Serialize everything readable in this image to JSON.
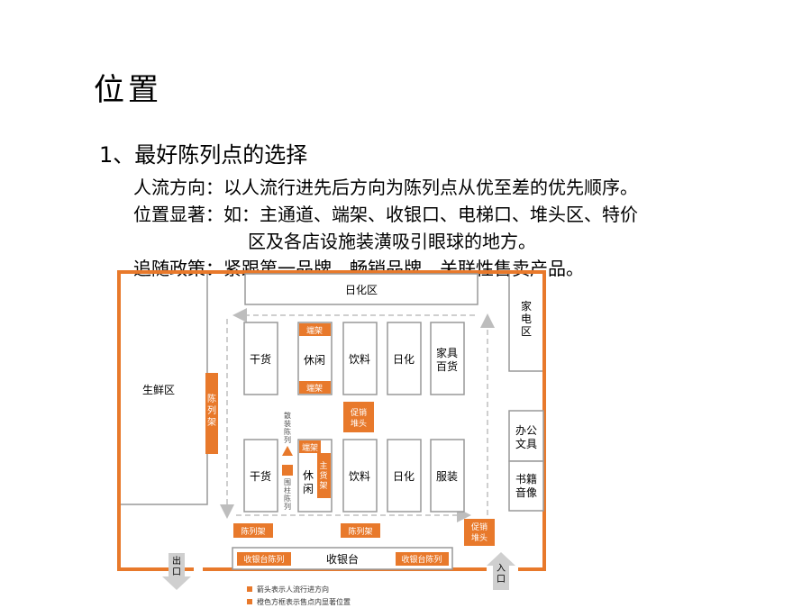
{
  "title": "位置",
  "subtitle": "1、最好陈列点的选择",
  "lines": [
    "人流方向：以人流行进先后方向为陈列点从优至差的优先顺序。",
    "位置显著：如：主通道、端架、收银口、电梯口、堆头区、特价",
    "区及各店设施装潢吸引眼球的地方。",
    "追随政策：紧跟第一品牌、畅销品牌、关联性售卖产品。"
  ],
  "floorplan": {
    "daily_zone": "日化区",
    "fresh_zone": "生鲜区",
    "appliance_zone": "家电区",
    "office": "办公文具",
    "books": "书籍音像",
    "display_rack_vertical": "陈列架",
    "shelves_top": [
      "干货",
      "休闲",
      "饮料",
      "日化",
      "家具百货"
    ],
    "shelves_bottom": [
      "干货",
      "休闲",
      "饮料",
      "日化",
      "服装"
    ],
    "end_rack": "端架",
    "main_rack": "主货架",
    "promo_pile": "促销堆头",
    "bulk_display": "散装陈列",
    "fence_display": "围柱陈列",
    "display_rack": "陈列架",
    "checkout": "收银台",
    "checkout_display": "收银台陈列",
    "exit": "出口",
    "entrance": "入口",
    "legend_arrow": "箭头表示人流行进方向",
    "legend_orange": "橙色方框表示售点内显著位置"
  },
  "colors": {
    "orange": "#e8792b",
    "gray": "#999999",
    "arrow_gray": "#cfcfcf"
  }
}
